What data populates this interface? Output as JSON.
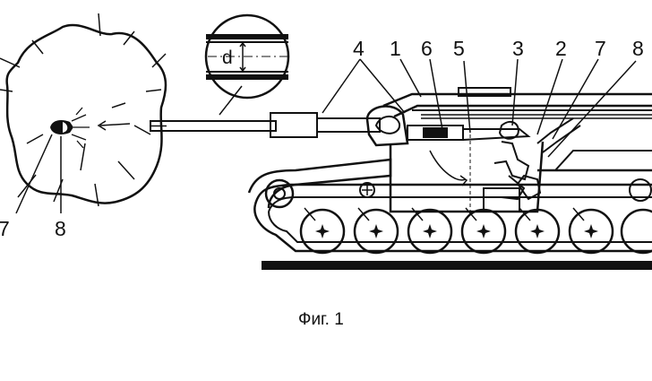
{
  "caption": "Фиг. 1",
  "inset": {
    "dimension_label": "d"
  },
  "callouts": [
    "4",
    "1",
    "6",
    "5",
    "3",
    "2",
    "7",
    "8"
  ],
  "projectile_callouts": [
    "7",
    "8"
  ]
}
